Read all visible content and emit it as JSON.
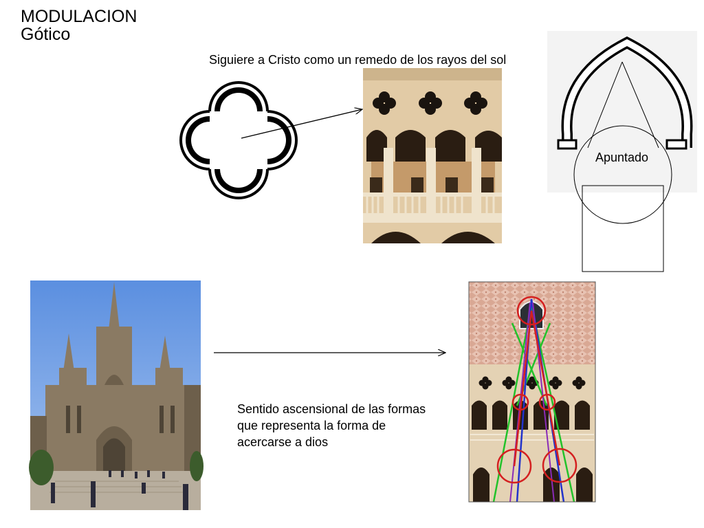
{
  "slide": {
    "title": "MODULACION",
    "subtitle": "Gótico",
    "caption_top": "Siguiere a Cristo como un remedo de los rayos del sol",
    "label_arch": "Apuntado",
    "caption_bottom": "Sentido ascensional de las formas que representa la forma de acercarse a dios"
  },
  "images": {
    "quatrefoil": "quatrefoil-symbol",
    "palace_arcade": "doge-palace-arcade-photo",
    "pointed_arch": "pointed-arch-diagram",
    "cathedral": "gothic-cathedral-photo",
    "facade_analysis": "facade-proportion-analysis"
  },
  "colors": {
    "analysis_red": "#d42020",
    "analysis_green": "#22c22a",
    "analysis_blue": "#2233cc",
    "analysis_purple": "#8a2bb8"
  }
}
